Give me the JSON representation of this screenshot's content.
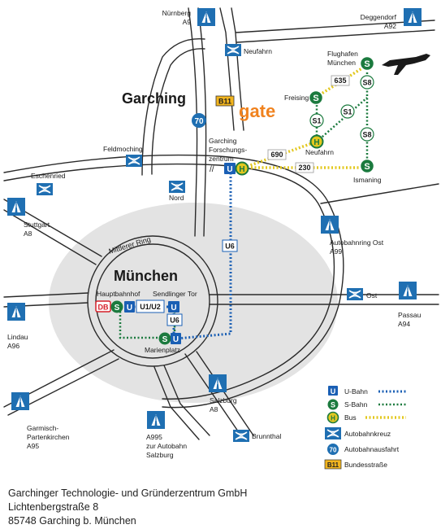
{
  "map": {
    "city": "München",
    "town": "Garching",
    "gate_logo": "gate",
    "ring_label": "Mittlerer Ring",
    "motorway_labels": [
      {
        "id": "a9",
        "lines": [
          "Nürnberg",
          "A9"
        ]
      },
      {
        "id": "a92",
        "lines": [
          "Deggendorf",
          "A92"
        ]
      },
      {
        "id": "a8-stuttgart",
        "lines": [
          "Stuttgart",
          "A8"
        ]
      },
      {
        "id": "a99",
        "lines": [
          "Autobahnring Ost",
          "A99"
        ]
      },
      {
        "id": "a94",
        "lines": [
          "Passau",
          "A94"
        ]
      },
      {
        "id": "a96",
        "lines": [
          "Lindau",
          "A96"
        ]
      },
      {
        "id": "a95",
        "lines": [
          "Garmisch-",
          "Partenkirchen",
          "A95"
        ]
      },
      {
        "id": "a995",
        "lines": [
          "A995",
          "zur Autobahn",
          "Salzburg"
        ]
      },
      {
        "id": "a8-salzburg",
        "lines": [
          "Salzburg",
          "A8"
        ]
      }
    ],
    "junction_labels": {
      "neufahrn": "Neufahrn",
      "feldmoching": "Feldmoching",
      "eschenried": "Eschenried",
      "nord": "Nord",
      "ost": "Ost",
      "brunnthal": "Brunnthal"
    },
    "station_labels": {
      "flughafen": [
        "Flughafen",
        "München"
      ],
      "freising": "Freising",
      "neufahrn_station": "Neufahrn",
      "ismaning": "Ismaning",
      "garching_fz": [
        "Garching",
        "Forschungs-",
        "zentrum"
      ],
      "hauptbahnhof": "Hauptbahnhof",
      "sendlinger_tor": "Sendlinger Tor",
      "marienplatz": "Marienplatz"
    },
    "line_labels": {
      "s8_top": "S8",
      "s1_left": "S1",
      "s1_right": "S1",
      "s8_bottom": "S8",
      "bus_635": "635",
      "bus_690": "690",
      "bus_230": "230",
      "u6_north": "U6",
      "u6_center": "U6",
      "u1u2": "U1/U2"
    },
    "badges": {
      "exit_number": "70",
      "b11": "B11",
      "db": "DB",
      "s_letter": "S",
      "u_letter": "U",
      "h_letter": "H"
    },
    "exit_marker": "//"
  },
  "legend": [
    {
      "kind": "ubahn",
      "label": "U-Bahn"
    },
    {
      "kind": "sbahn",
      "label": "S-Bahn"
    },
    {
      "kind": "bus",
      "label": "Bus"
    },
    {
      "kind": "kreuz",
      "label": "Autobahnkreuz"
    },
    {
      "kind": "ausfahrt",
      "label": "Autobahnausfahrt"
    },
    {
      "kind": "bundesstrasse",
      "label": "Bundesstraße"
    }
  ],
  "address": {
    "company": "Garchinger Technologie- und Gründerzentrum GmbH",
    "street": "Lichtenbergstraße 8",
    "city": "85748 Garching b. München"
  },
  "colors": {
    "road": "#2a2a2a",
    "city_area": "#e3e3e3",
    "motorway_sign": "#1f6fb2",
    "ubahn": "#1a5fb4",
    "sbahn": "#1b7a3e",
    "bus": "#e3c81f",
    "db_red": "#d6202a",
    "gate_orange": "#f0821e",
    "b11_yellow": "#f2b51e"
  }
}
